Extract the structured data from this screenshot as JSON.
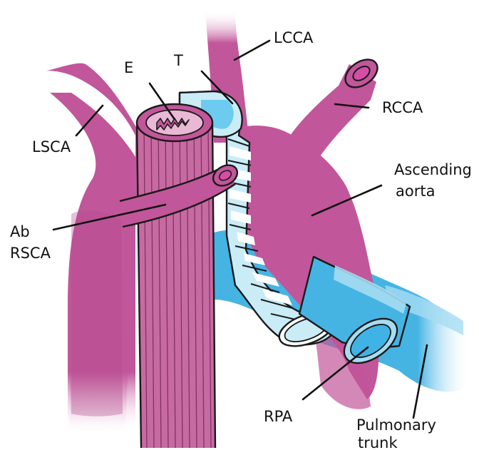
{
  "colors": {
    "artery": "#c2569a",
    "artery_light": "#e9b8d4",
    "artery_dark": "#9c3f7b",
    "lumen": "#d54da5",
    "trachea_fill": "#c9ecf7",
    "pulmonary": "#45b4e3",
    "pulmonary_light": "#a6dcf2",
    "outline": "#1a1a1a",
    "esophagus": "#c76aa2"
  },
  "labels": {
    "lcca": "LCCA",
    "t": "T",
    "e": "E",
    "rcca": "RCCA",
    "lsca": "LSCA",
    "ascending_line1": "Ascending",
    "ascending_line2": "aorta",
    "ab_line1": "Ab",
    "ab_line2": "RSCA",
    "rpa": "RPA",
    "pulmonary_line1": "Pulmonary",
    "pulmonary_line2": "trunk"
  }
}
